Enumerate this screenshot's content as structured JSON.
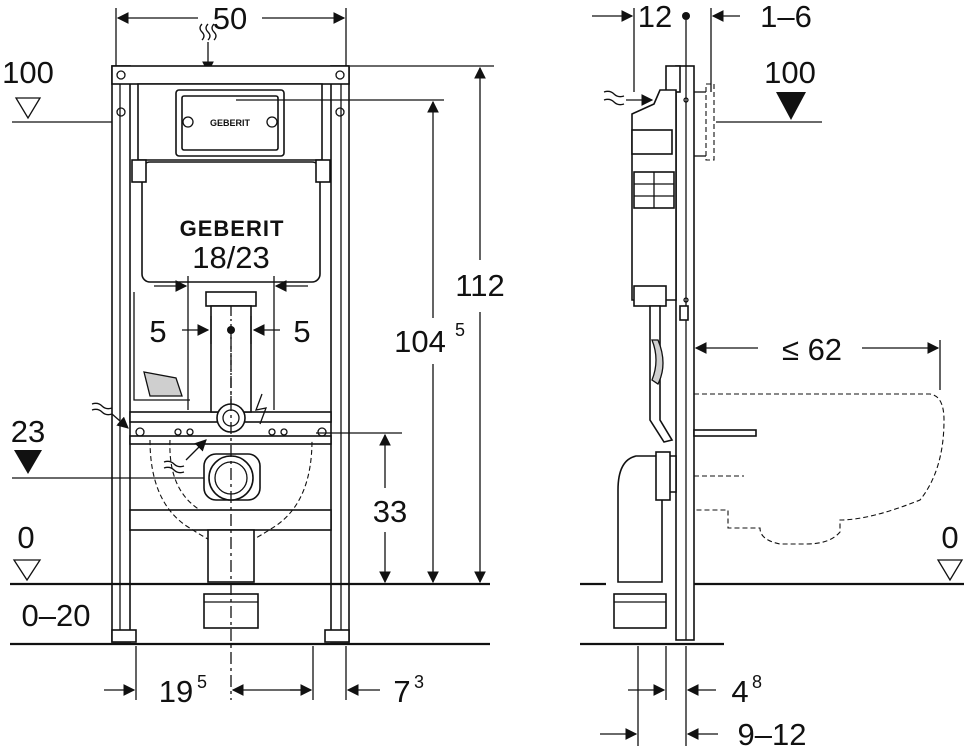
{
  "brand": "GEBERIT",
  "colors": {
    "line": "#111111",
    "fill": "#cfcfcf",
    "background": "#ffffff"
  },
  "front": {
    "width": "50",
    "level_top": "100",
    "level_mid": "23",
    "level_zero": "0",
    "floor_range": "0–20",
    "height_total": "112",
    "height_cistern": {
      "main": "104",
      "sup": "5"
    },
    "height_outlet": "33",
    "cistern_fix": "18/23",
    "offset_left": "5",
    "offset_right": "5",
    "bottom_left": {
      "main": "19",
      "sup": "5"
    },
    "bottom_right": {
      "main": "7",
      "sup": "3"
    }
  },
  "side": {
    "depth_top": "12",
    "depth_plate": "1–6",
    "level_top": "100",
    "level_zero": "0",
    "projection": "≤ 62",
    "bottom_inner": {
      "main": "4",
      "sup": "8"
    },
    "bottom_outer": "9–12"
  }
}
